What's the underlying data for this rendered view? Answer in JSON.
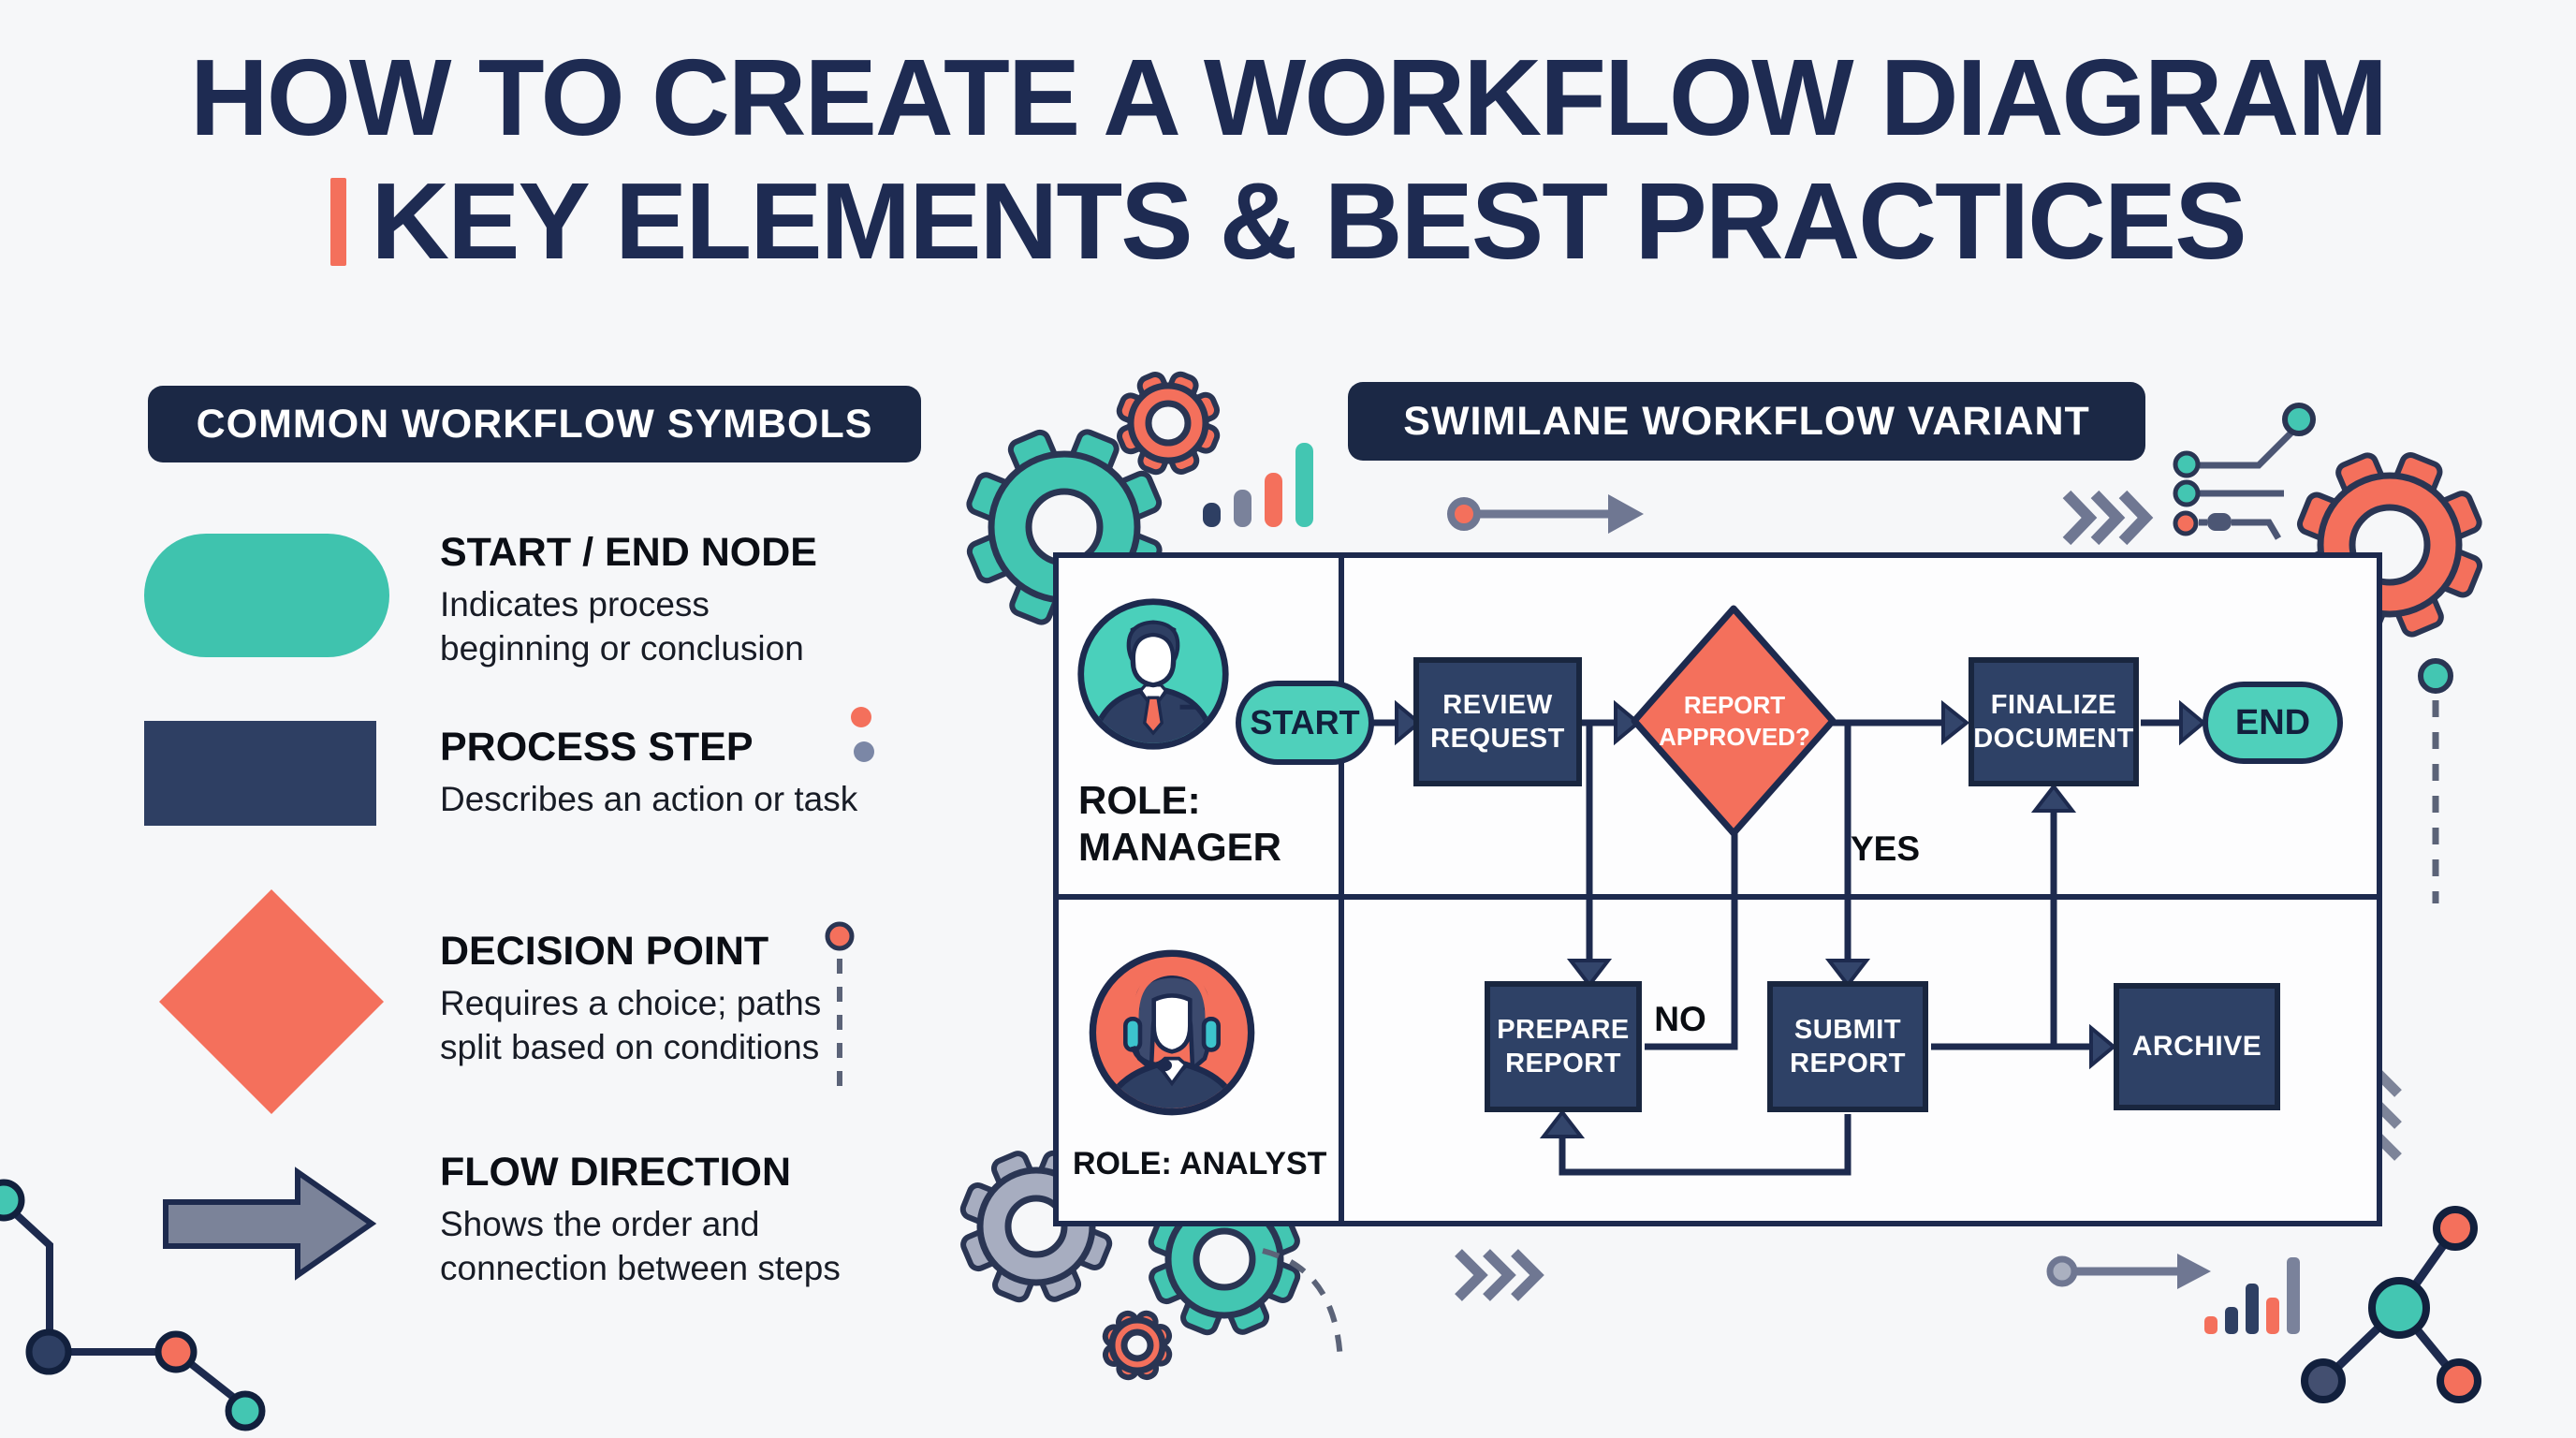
{
  "title": {
    "line1": "HOW TO CREATE A WORKFLOW DIAGRAM",
    "line2": "KEY ELEMENTS & BEST PRACTICES"
  },
  "colors": {
    "navy": "#1d2a4e",
    "navy_box": "#2e4166",
    "teal": "#43c6b2",
    "coral": "#f4705c",
    "gray": "#767e95",
    "background": "#f6f7f9"
  },
  "legend": {
    "header": "COMMON WORKFLOW SYMBOLS",
    "items": [
      {
        "symbol": "start-end-pill",
        "title": "START / END NODE",
        "desc": "Indicates process beginning or conclusion"
      },
      {
        "symbol": "process-rectangle",
        "title": "PROCESS STEP",
        "desc": "Describes an action or task"
      },
      {
        "symbol": "decision-diamond",
        "title": "DECISION POINT",
        "desc": "Requires a choice; paths split based on conditions"
      },
      {
        "symbol": "flow-arrow",
        "title": "FLOW DIRECTION",
        "desc": "Shows the order and connection between steps"
      }
    ]
  },
  "swimlane": {
    "header": "SWIMLANE WORKFLOW VARIANT",
    "lanes": [
      {
        "role": "ROLE: MANAGER",
        "avatar": "manager-avatar"
      },
      {
        "role": "ROLE: ANALYST",
        "avatar": "analyst-headset-avatar"
      }
    ],
    "nodes": {
      "start": "START",
      "review": "REVIEW REQUEST",
      "decision": "REPORT APPROVED?",
      "finalize": "FINALIZE DOCUMENT",
      "end": "END",
      "prepare": "PREPARE REPORT",
      "submit": "SUBMIT REPORT",
      "archive": "ARCHIVE"
    },
    "labels": {
      "yes": "YES",
      "no": "NO"
    }
  },
  "decor_icons": [
    "gear-icon",
    "bar-chart-icon",
    "arrow-icon",
    "chevrons-icon",
    "network-nodes-icon",
    "dashed-line-icon",
    "circuit-lines-icon",
    "dots-icon"
  ]
}
